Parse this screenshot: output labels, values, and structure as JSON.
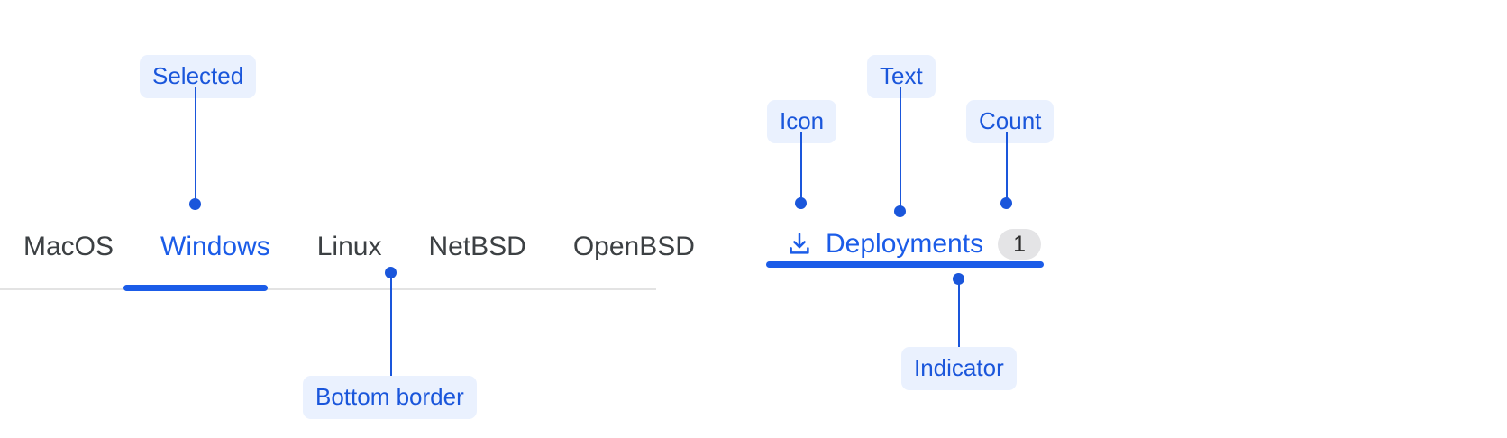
{
  "left_group": {
    "tabs": [
      {
        "label": "MacOS",
        "selected": false
      },
      {
        "label": "Windows",
        "selected": true
      },
      {
        "label": "Linux",
        "selected": false
      },
      {
        "label": "NetBSD",
        "selected": false
      },
      {
        "label": "OpenBSD",
        "selected": false
      }
    ],
    "annotations": [
      {
        "label": "Selected"
      },
      {
        "label": "Bottom border"
      }
    ]
  },
  "right_group": {
    "tab": {
      "icon": "download-icon",
      "label": "Deployments",
      "count": "1"
    },
    "annotations": [
      {
        "label": "Icon"
      },
      {
        "label": "Text"
      },
      {
        "label": "Count"
      },
      {
        "label": "Indicator"
      }
    ]
  },
  "colors": {
    "accent": "#1b5ce8",
    "annotation_text": "#1a56db",
    "annotation_bg": "#eaf1fe",
    "tab_text": "#3c4043",
    "border": "#e3e3e3",
    "count_bg": "#e4e4e6",
    "count_text": "#2b2b2b"
  }
}
